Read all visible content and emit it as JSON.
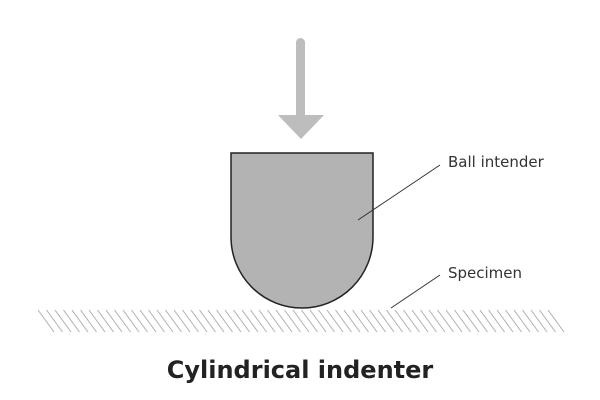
{
  "diagram": {
    "labels": {
      "ball_intender": "Ball intender",
      "specimen": "Specimen"
    },
    "caption": "Cylindrical indenter"
  },
  "colors": {
    "indenter_fill": "#b3b3b3",
    "indenter_stroke": "#222222",
    "arrow": "#bdbdbd",
    "hatch": "#b0b0b0",
    "leader_line": "#333333",
    "caption_text": "#222222"
  },
  "icons": {
    "arrow": "down-arrow-icon"
  }
}
